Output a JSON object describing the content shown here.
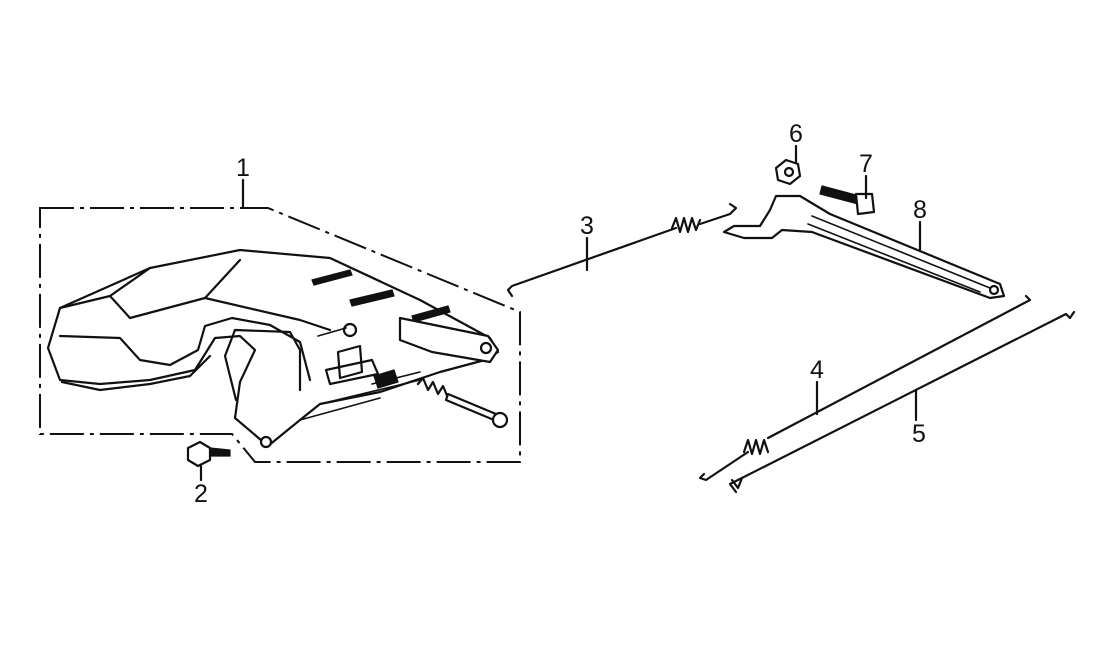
{
  "diagram": {
    "callouts": [
      {
        "id": "1",
        "label": "1"
      },
      {
        "id": "2",
        "label": "2"
      },
      {
        "id": "3",
        "label": "3"
      },
      {
        "id": "4",
        "label": "4"
      },
      {
        "id": "5",
        "label": "5"
      },
      {
        "id": "6",
        "label": "6"
      },
      {
        "id": "7",
        "label": "7"
      },
      {
        "id": "8",
        "label": "8"
      }
    ],
    "colors": {
      "ink": "#111111",
      "background": "#ffffff"
    }
  }
}
